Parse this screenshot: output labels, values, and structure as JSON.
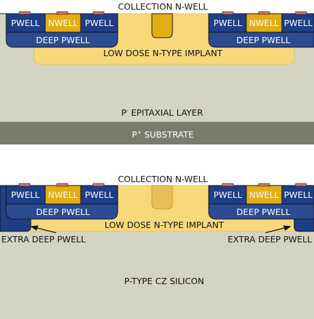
{
  "diagrams": [
    {
      "id": "epitaxial",
      "collection_label": "COLLECTION N-WELL",
      "left_wells": [
        "PWELL",
        "NWELL",
        "PWELL"
      ],
      "right_wells": [
        "PWELL",
        "NWELL",
        "PWELL"
      ],
      "deep_pwell_label": "DEEP PWELL",
      "implant_label": "LOW DOSE N-TYPE IMPLANT",
      "epi_prefix": "P",
      "epi_superscript": "-",
      "epi_suffix": " EPITAXIAL LAYER",
      "substrate_prefix": "P",
      "substrate_superscript": "+",
      "substrate_suffix": " SUBSTRATE"
    },
    {
      "id": "cz-silicon",
      "collection_label": "COLLECTION N-WELL",
      "left_wells": [
        "PWELL",
        "NWELL",
        "PWELL"
      ],
      "right_wells": [
        "PWELL",
        "NWELL",
        "PWELL"
      ],
      "deep_pwell_label": "DEEP PWELL",
      "implant_label": "LOW DOSE N-TYPE IMPLANT",
      "extra_deep_left": "EXTRA DEEP PWELL",
      "extra_deep_right": "EXTRA DEEP PWELL",
      "bulk_label": "P-TYPE CZ SILICON"
    }
  ],
  "colors": {
    "silicon": "#d4d4c2",
    "substrate": "#7b7b6b",
    "implant": "#f7d97a",
    "pwell": "#1e3f86",
    "deep_pwell": "#2b4c93",
    "nwell": "#e3ad14",
    "nwell_light": "#e7c05a",
    "contact": "#d9706b",
    "border": "#111111"
  }
}
